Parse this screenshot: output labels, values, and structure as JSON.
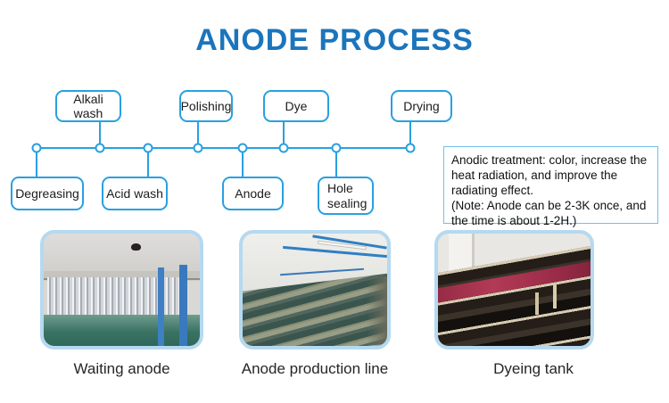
{
  "title": "ANODE PROCESS",
  "colors": {
    "title_blue": "#1b75bc",
    "flow_line_blue": "#29a0e0",
    "note_border_blue": "#70c0ea",
    "photo_border_blue": "#b5d9f0"
  },
  "flowchart": {
    "top_nodes": [
      {
        "label": "Alkali wash"
      },
      {
        "label": "Polishing"
      },
      {
        "label": "Dye"
      },
      {
        "label": "Drying"
      }
    ],
    "bottom_nodes": [
      {
        "label": "Degreasing"
      },
      {
        "label": "Acid wash"
      },
      {
        "label": "Anode"
      },
      {
        "label": "Hole sealing"
      }
    ]
  },
  "note": {
    "line1": "Anodic treatment: color, increase the heat radiation, and improve the radiating effect.",
    "line2": "(Note: Anode can be 2-3K once, and the time is about 1-2H.)"
  },
  "photos": [
    {
      "caption": "Waiting anode"
    },
    {
      "caption": "Anode production line"
    },
    {
      "caption": "Dyeing tank"
    }
  ]
}
